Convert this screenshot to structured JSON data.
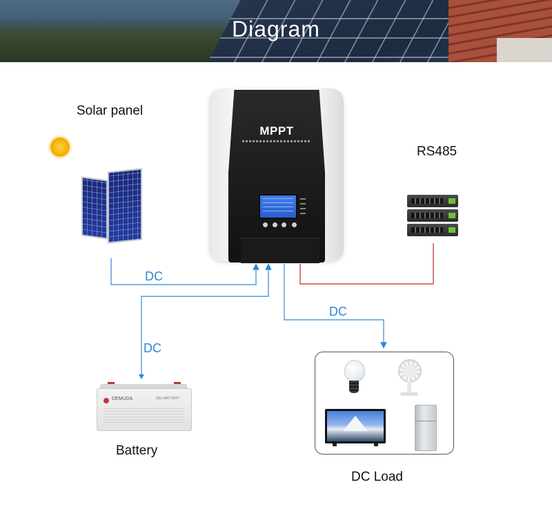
{
  "banner": {
    "title": "Diagram"
  },
  "labels": {
    "solar_panel": "Solar panel",
    "rs485": "RS485",
    "battery": "Battery",
    "dc_load": "DC Load"
  },
  "connections": {
    "solar_dc": "DC",
    "battery_dc": "DC",
    "load_dc": "DC"
  },
  "controller": {
    "brand": "MPPT"
  },
  "battery": {
    "brand": "DEMUDA",
    "label": "GEL BATTERY"
  },
  "colors": {
    "dc_line": "#2f86d9",
    "rs485_line": "#c0282d",
    "banner_text": "#ffffff"
  },
  "icons": [
    "sun-icon",
    "solar-panel-icon",
    "mppt-controller-icon",
    "server-rack-icon",
    "battery-icon",
    "light-bulb-icon",
    "fan-icon",
    "tv-icon",
    "refrigerator-icon"
  ]
}
